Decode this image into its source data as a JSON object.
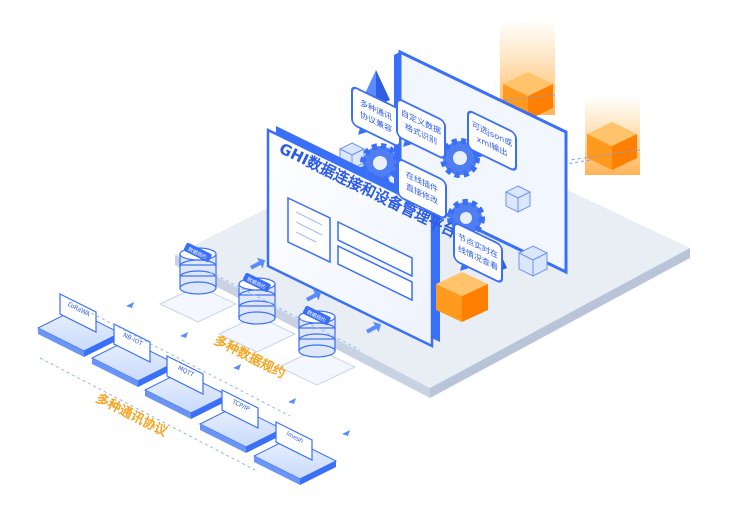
{
  "platform_title": "GHI数据连接和设备管理平台",
  "section_labels": {
    "data_specs": "多种数据规约",
    "protocols": "多种通讯协议"
  },
  "protocols": [
    "LoRaWA",
    "NB-IOT",
    "MQTT",
    "TCP/IP",
    "lmesh"
  ],
  "databases": [
    "数据规约",
    "数据规约",
    "数据规约"
  ],
  "feature_bubbles": [
    {
      "line1": "多种通讯",
      "line2": "协议兼容"
    },
    {
      "line1": "自定义数据",
      "line2": "格式识别"
    },
    {
      "line1": "可选json或",
      "line2": "xml输出"
    },
    {
      "line1": "在线插件",
      "line2": "直接修改"
    },
    {
      "line1": "节点实时在",
      "line2": "线情况查看"
    }
  ],
  "colors": {
    "accent_blue": "#3a6ff7",
    "label_orange": "#f5a623",
    "cube_orange": "#ff9800",
    "platform_grey": "#e9edf4"
  }
}
